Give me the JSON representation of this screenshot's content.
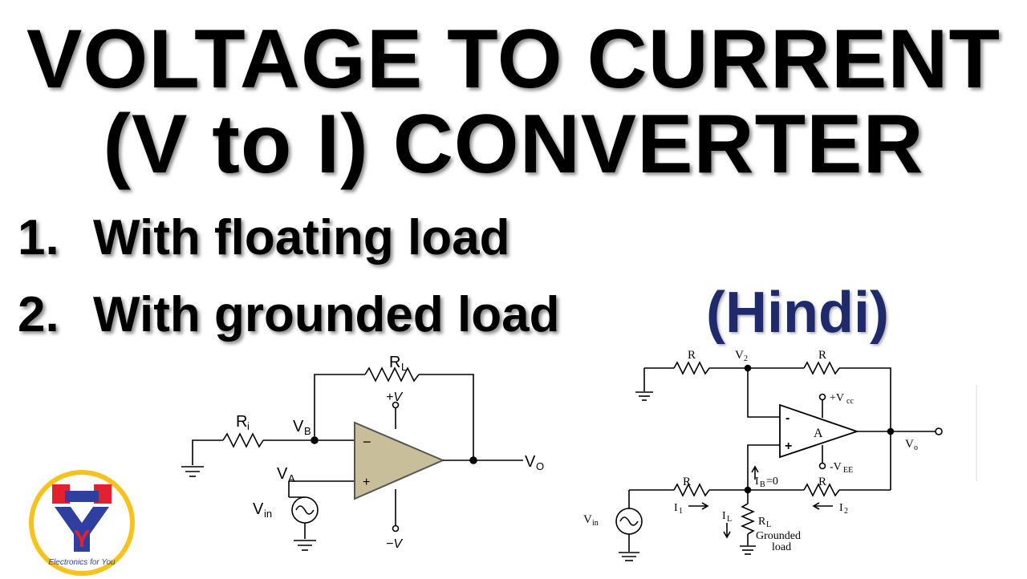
{
  "title": {
    "line1": "VOLTAGE  TO CURRENT",
    "line2": "(V to I) CONVERTER"
  },
  "items": [
    {
      "num": "1.",
      "text": "With floating load"
    },
    {
      "num": "2.",
      "text": "With grounded load"
    }
  ],
  "language": "(Hindi)",
  "colors": {
    "hindi": "#1f2a6b",
    "opamp_fill": "#c8bf9a",
    "logo_red": "#e5202e",
    "logo_blue": "#2f3fa0",
    "logo_ring": "#f6c21b"
  },
  "circuit1": {
    "rl": "R",
    "rl_sub": "L",
    "plus_v": "+V",
    "minus_v": "−V",
    "ri": "R",
    "ri_sub": "i",
    "vb": "V",
    "vb_sub": "B",
    "va": "V",
    "va_sub": "A",
    "vin": "V",
    "vin_sub": "in",
    "vo": "V",
    "vo_sub": "O",
    "minus_sign": "−",
    "plus_sign": "+"
  },
  "circuit2": {
    "r_top_left": "R",
    "v2": "V",
    "v2_sub": "2",
    "r_top_right": "R",
    "vcc": "+V",
    "vcc_sub": "cc",
    "vee": "-V",
    "vee_sub": "EE",
    "amp": "A",
    "minus_sign": "-",
    "plus_sign": "+",
    "vo": "V",
    "vo_sub": "o",
    "ib": "I",
    "ib_sub": "B",
    "ib_eq": "=0",
    "r_bottom_left": "R",
    "r_bottom_right": "R",
    "i1": "I",
    "i1_sub": "1",
    "i2": "I",
    "i2_sub": "2",
    "il": "I",
    "il_sub": "L",
    "rl": "R",
    "rl_sub": "L",
    "grounded": "Grounded",
    "load": "load",
    "vin": "V",
    "vin_sub": "in"
  },
  "logo": {
    "letter": "Y",
    "caption": "Electronics for You"
  }
}
